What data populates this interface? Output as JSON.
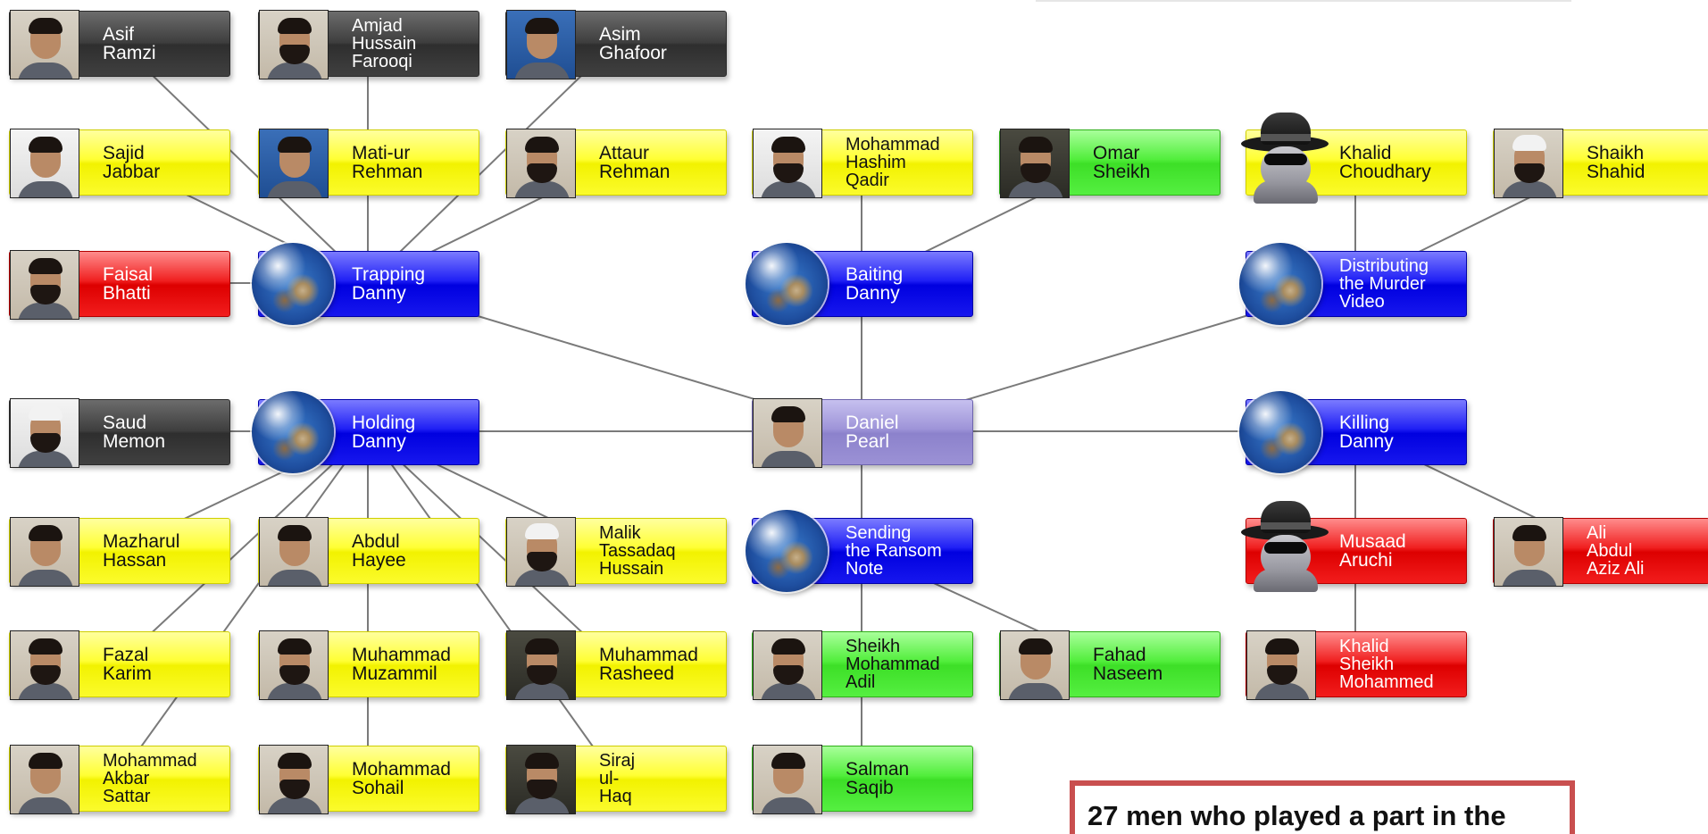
{
  "nodes": [
    {
      "id": "asif",
      "type": "person",
      "color": "dark",
      "label": "Asif\nRamzi"
    },
    {
      "id": "amjad",
      "type": "person",
      "color": "dark",
      "label": "Amjad\nHussain\nFarooqi"
    },
    {
      "id": "asim",
      "type": "person",
      "color": "dark",
      "label": "Asim\nGhafoor"
    },
    {
      "id": "sajid",
      "type": "person",
      "color": "yellow",
      "label": "Sajid\nJabbar"
    },
    {
      "id": "mati",
      "type": "person",
      "color": "yellow",
      "label": "Mati-ur\nRehman"
    },
    {
      "id": "attaur",
      "type": "person",
      "color": "yellow",
      "label": "Attaur\nRehman"
    },
    {
      "id": "hashim",
      "type": "person",
      "color": "yellow",
      "label": "Mohammad\nHashim\nQadir"
    },
    {
      "id": "omar",
      "type": "person",
      "color": "green",
      "label": "Omar\nSheikh"
    },
    {
      "id": "khalidc",
      "type": "unknown",
      "color": "yellow",
      "label": "Khalid\nChoudhary"
    },
    {
      "id": "shaikh",
      "type": "person",
      "color": "yellow",
      "label": "Shaikh\nShahid"
    },
    {
      "id": "faisal",
      "type": "person",
      "color": "red",
      "label": "Faisal\nBhatti"
    },
    {
      "id": "trapping",
      "type": "event",
      "color": "blue",
      "label": "Trapping\nDanny"
    },
    {
      "id": "baiting",
      "type": "event",
      "color": "blue",
      "label": "Baiting\nDanny"
    },
    {
      "id": "distributing",
      "type": "event",
      "color": "blue",
      "label": "Distributing\nthe Murder\nVideo"
    },
    {
      "id": "saud",
      "type": "person",
      "color": "dark",
      "label": "Saud\nMemon"
    },
    {
      "id": "holding",
      "type": "event",
      "color": "blue",
      "label": "Holding\nDanny"
    },
    {
      "id": "daniel",
      "type": "person",
      "color": "purple",
      "label": "Daniel\nPearl"
    },
    {
      "id": "killing",
      "type": "event",
      "color": "blue",
      "label": "Killing\nDanny"
    },
    {
      "id": "mazharul",
      "type": "person",
      "color": "yellow",
      "label": "Mazharul\nHassan"
    },
    {
      "id": "hayee",
      "type": "person",
      "color": "yellow",
      "label": "Abdul\nHayee"
    },
    {
      "id": "malik",
      "type": "person",
      "color": "yellow",
      "label": "Malik\nTassadaq\nHussain"
    },
    {
      "id": "ransom",
      "type": "event",
      "color": "blue",
      "label": "Sending\nthe Ransom\nNote"
    },
    {
      "id": "musaad",
      "type": "unknown",
      "color": "red",
      "label": "Musaad\nAruchi"
    },
    {
      "id": "ali",
      "type": "person",
      "color": "red",
      "label": "Ali\nAbdul\nAziz Ali"
    },
    {
      "id": "fazal",
      "type": "person",
      "color": "yellow",
      "label": "Fazal\nKarim"
    },
    {
      "id": "muzammil",
      "type": "person",
      "color": "yellow",
      "label": "Muhammad\nMuzammil"
    },
    {
      "id": "rasheed",
      "type": "person",
      "color": "yellow",
      "label": "Muhammad\nRasheed"
    },
    {
      "id": "adil",
      "type": "person",
      "color": "green",
      "label": "Sheikh\nMohammad\nAdil"
    },
    {
      "id": "fahad",
      "type": "person",
      "color": "green",
      "label": "Fahad\nNaseem"
    },
    {
      "id": "ksm",
      "type": "person",
      "color": "red",
      "label": "Khalid\nSheikh\nMohammed"
    },
    {
      "id": "akbar",
      "type": "person",
      "color": "yellow",
      "label": "Mohammad\nAkbar\nSattar"
    },
    {
      "id": "sohail",
      "type": "person",
      "color": "yellow",
      "label": "Mohammad\nSohail"
    },
    {
      "id": "siraj",
      "type": "person",
      "color": "yellow",
      "label": "Siraj\nul-\nHaq"
    },
    {
      "id": "salman",
      "type": "person",
      "color": "green",
      "label": "Salman\nSaqib"
    }
  ],
  "edges": [
    [
      "asif",
      "trapping"
    ],
    [
      "amjad",
      "trapping"
    ],
    [
      "asim",
      "trapping"
    ],
    [
      "sajid",
      "trapping"
    ],
    [
      "mati",
      "trapping"
    ],
    [
      "attaur",
      "trapping"
    ],
    [
      "faisal",
      "trapping"
    ],
    [
      "trapping",
      "daniel"
    ],
    [
      "hashim",
      "baiting"
    ],
    [
      "omar",
      "baiting"
    ],
    [
      "baiting",
      "daniel"
    ],
    [
      "khalidc",
      "distributing"
    ],
    [
      "shaikh",
      "distributing"
    ],
    [
      "distributing",
      "daniel"
    ],
    [
      "saud",
      "holding"
    ],
    [
      "holding",
      "daniel"
    ],
    [
      "holding",
      "mazharul"
    ],
    [
      "holding",
      "hayee"
    ],
    [
      "holding",
      "malik"
    ],
    [
      "holding",
      "fazal"
    ],
    [
      "holding",
      "muzammil"
    ],
    [
      "holding",
      "rasheed"
    ],
    [
      "holding",
      "akbar"
    ],
    [
      "holding",
      "sohail"
    ],
    [
      "holding",
      "siraj"
    ],
    [
      "daniel",
      "killing"
    ],
    [
      "killing",
      "musaad"
    ],
    [
      "killing",
      "ali"
    ],
    [
      "killing",
      "ksm"
    ],
    [
      "daniel",
      "ransom"
    ],
    [
      "ransom",
      "adil"
    ],
    [
      "ransom",
      "fahad"
    ],
    [
      "ransom",
      "salman"
    ]
  ],
  "note": {
    "text": "27 men who played a part in the"
  }
}
